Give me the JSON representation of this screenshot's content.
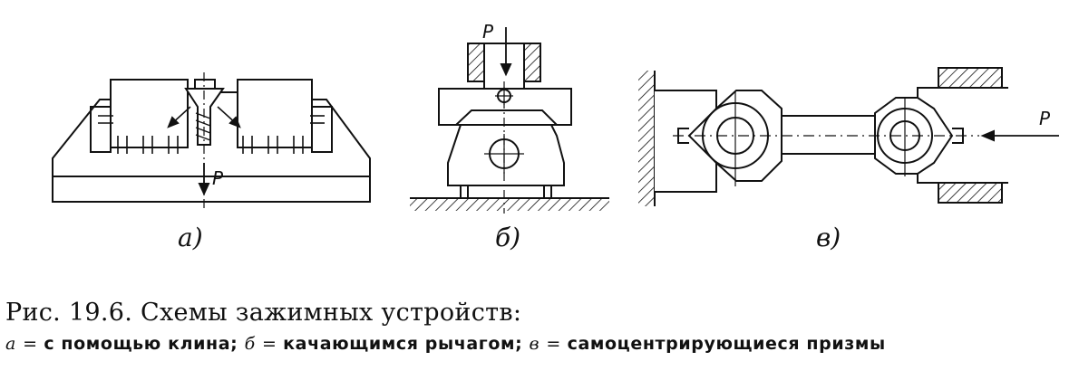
{
  "figure": {
    "force_label": "P",
    "panels": [
      {
        "id": "a",
        "label": "а)"
      },
      {
        "id": "b",
        "label": "б)"
      },
      {
        "id": "v",
        "label": "в)"
      }
    ]
  },
  "caption": {
    "title": "Рис. 19.6. Схемы зажимных устройств:",
    "items": [
      {
        "letter": "а",
        "text": "с помощью клина;"
      },
      {
        "letter": "б",
        "text": "качающимся рычагом;"
      },
      {
        "letter": "в",
        "text": "самоцентрирующиеся призмы"
      }
    ]
  }
}
